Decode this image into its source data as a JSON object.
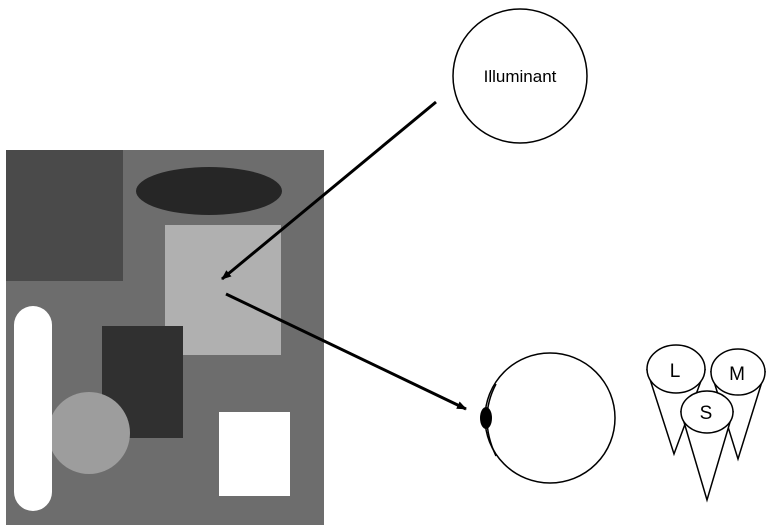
{
  "labels": {
    "illuminant": "Illuminant",
    "cone_l": "L",
    "cone_m": "M",
    "cone_s": "S"
  },
  "colors": {
    "background": "#ffffff",
    "line": "#000000",
    "mondrian_background": "#6d6d6d",
    "dark_rectangle": "#4a4a4a",
    "dark_ellipse": "#262626",
    "light_square": "#b0b0b0",
    "dark_center_rectangle": "#303030",
    "light_circle": "#9d9d9d",
    "white_patches": "#ffffff"
  }
}
